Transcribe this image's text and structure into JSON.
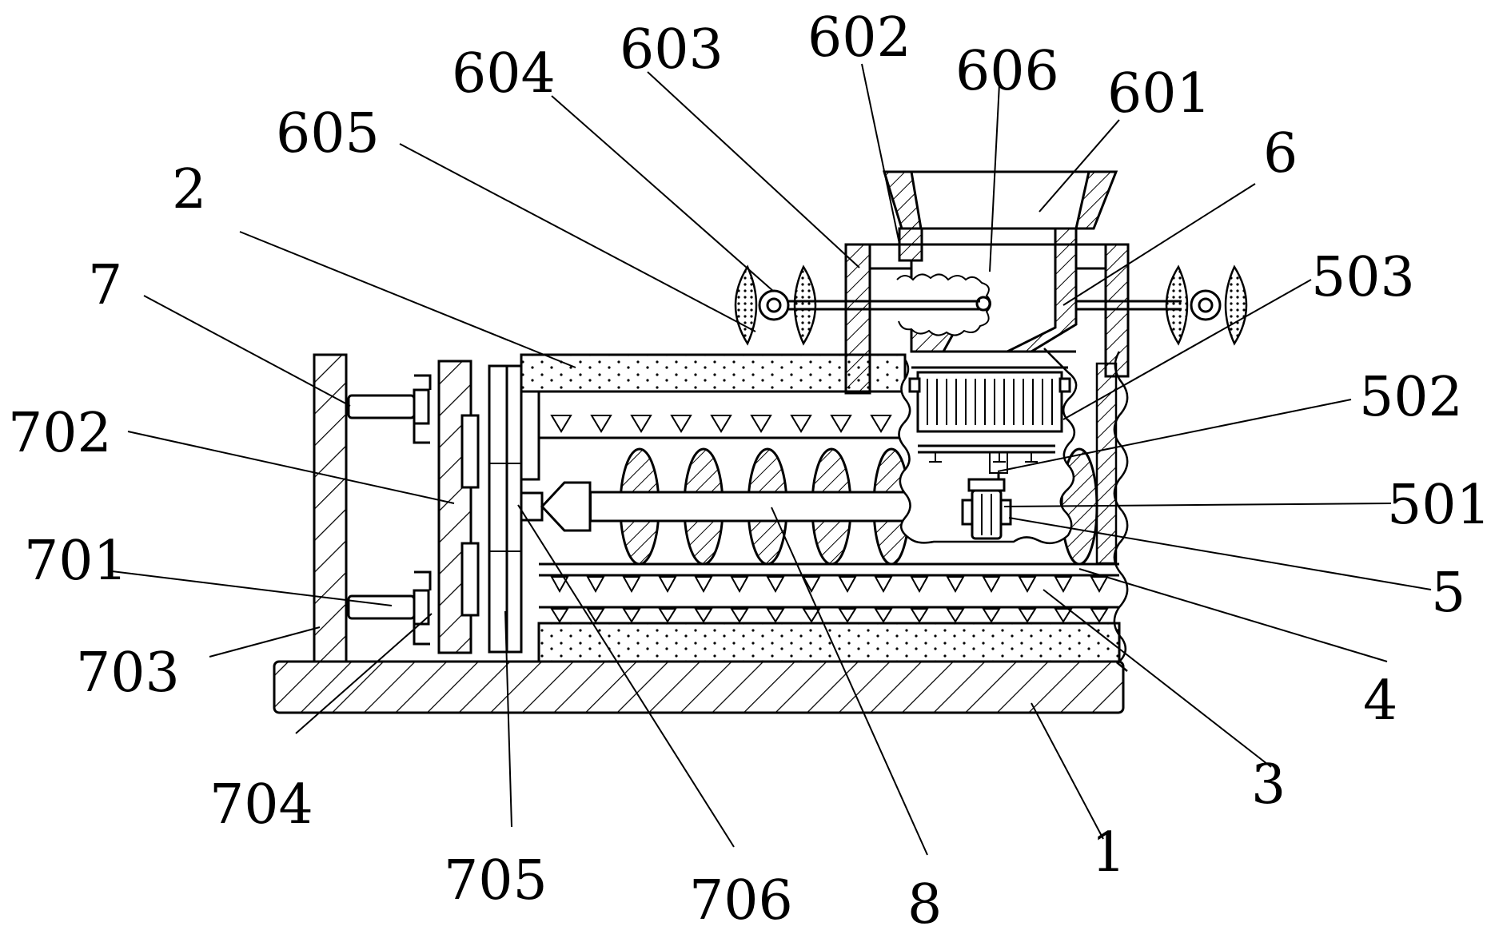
{
  "colors": {
    "line": "#000000",
    "background": "#ffffff"
  },
  "labels": {
    "l604": "604",
    "l603": "603",
    "l602": "602",
    "l606": "606",
    "l601": "601",
    "l605": "605",
    "l2": "2",
    "l6": "6",
    "l503": "503",
    "l7": "7",
    "l502": "502",
    "l702": "702",
    "l501": "501",
    "l701": "701",
    "l5": "5",
    "l703": "703",
    "l4": "4",
    "l704": "704",
    "l3": "3",
    "l705": "705",
    "l706": "706",
    "l8": "8",
    "l1": "1"
  }
}
